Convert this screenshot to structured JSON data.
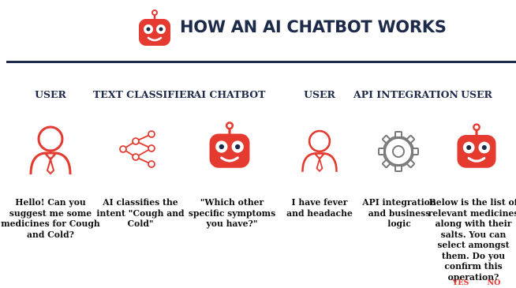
{
  "header": {
    "title": "HOW AN AI CHATBOT WORKS",
    "logo_icon": "robot-icon"
  },
  "colors": {
    "accent_red": "#e43a2f",
    "navy": "#1e2a4a",
    "gear_gray": "#7a7a7a"
  },
  "steps": [
    {
      "title": "USER",
      "icon": "user-icon",
      "text": "Hello! Can you suggest me some medicines for Cough and Cold?"
    },
    {
      "title": "TEXT CLASSIFIER",
      "icon": "network-nodes-icon",
      "text": "AI classifies the intent \"Cough and Cold\""
    },
    {
      "title": "AI CHATBOT",
      "icon": "robot-icon",
      "text": "\"Which other specific symptoms you have?\""
    },
    {
      "title": "USER",
      "icon": "user-icon",
      "text": "I have fever and headache"
    },
    {
      "title": "API INTEGRATION",
      "icon": "gear-icon",
      "text": "API integration and business logic"
    },
    {
      "title": "USER",
      "icon": "robot-icon",
      "text": "Below is the list of relevant medicines along with their salts. You can select amongst them. Do you confirm this operation?"
    }
  ],
  "choices": {
    "yes": "YES",
    "no": "NO"
  }
}
